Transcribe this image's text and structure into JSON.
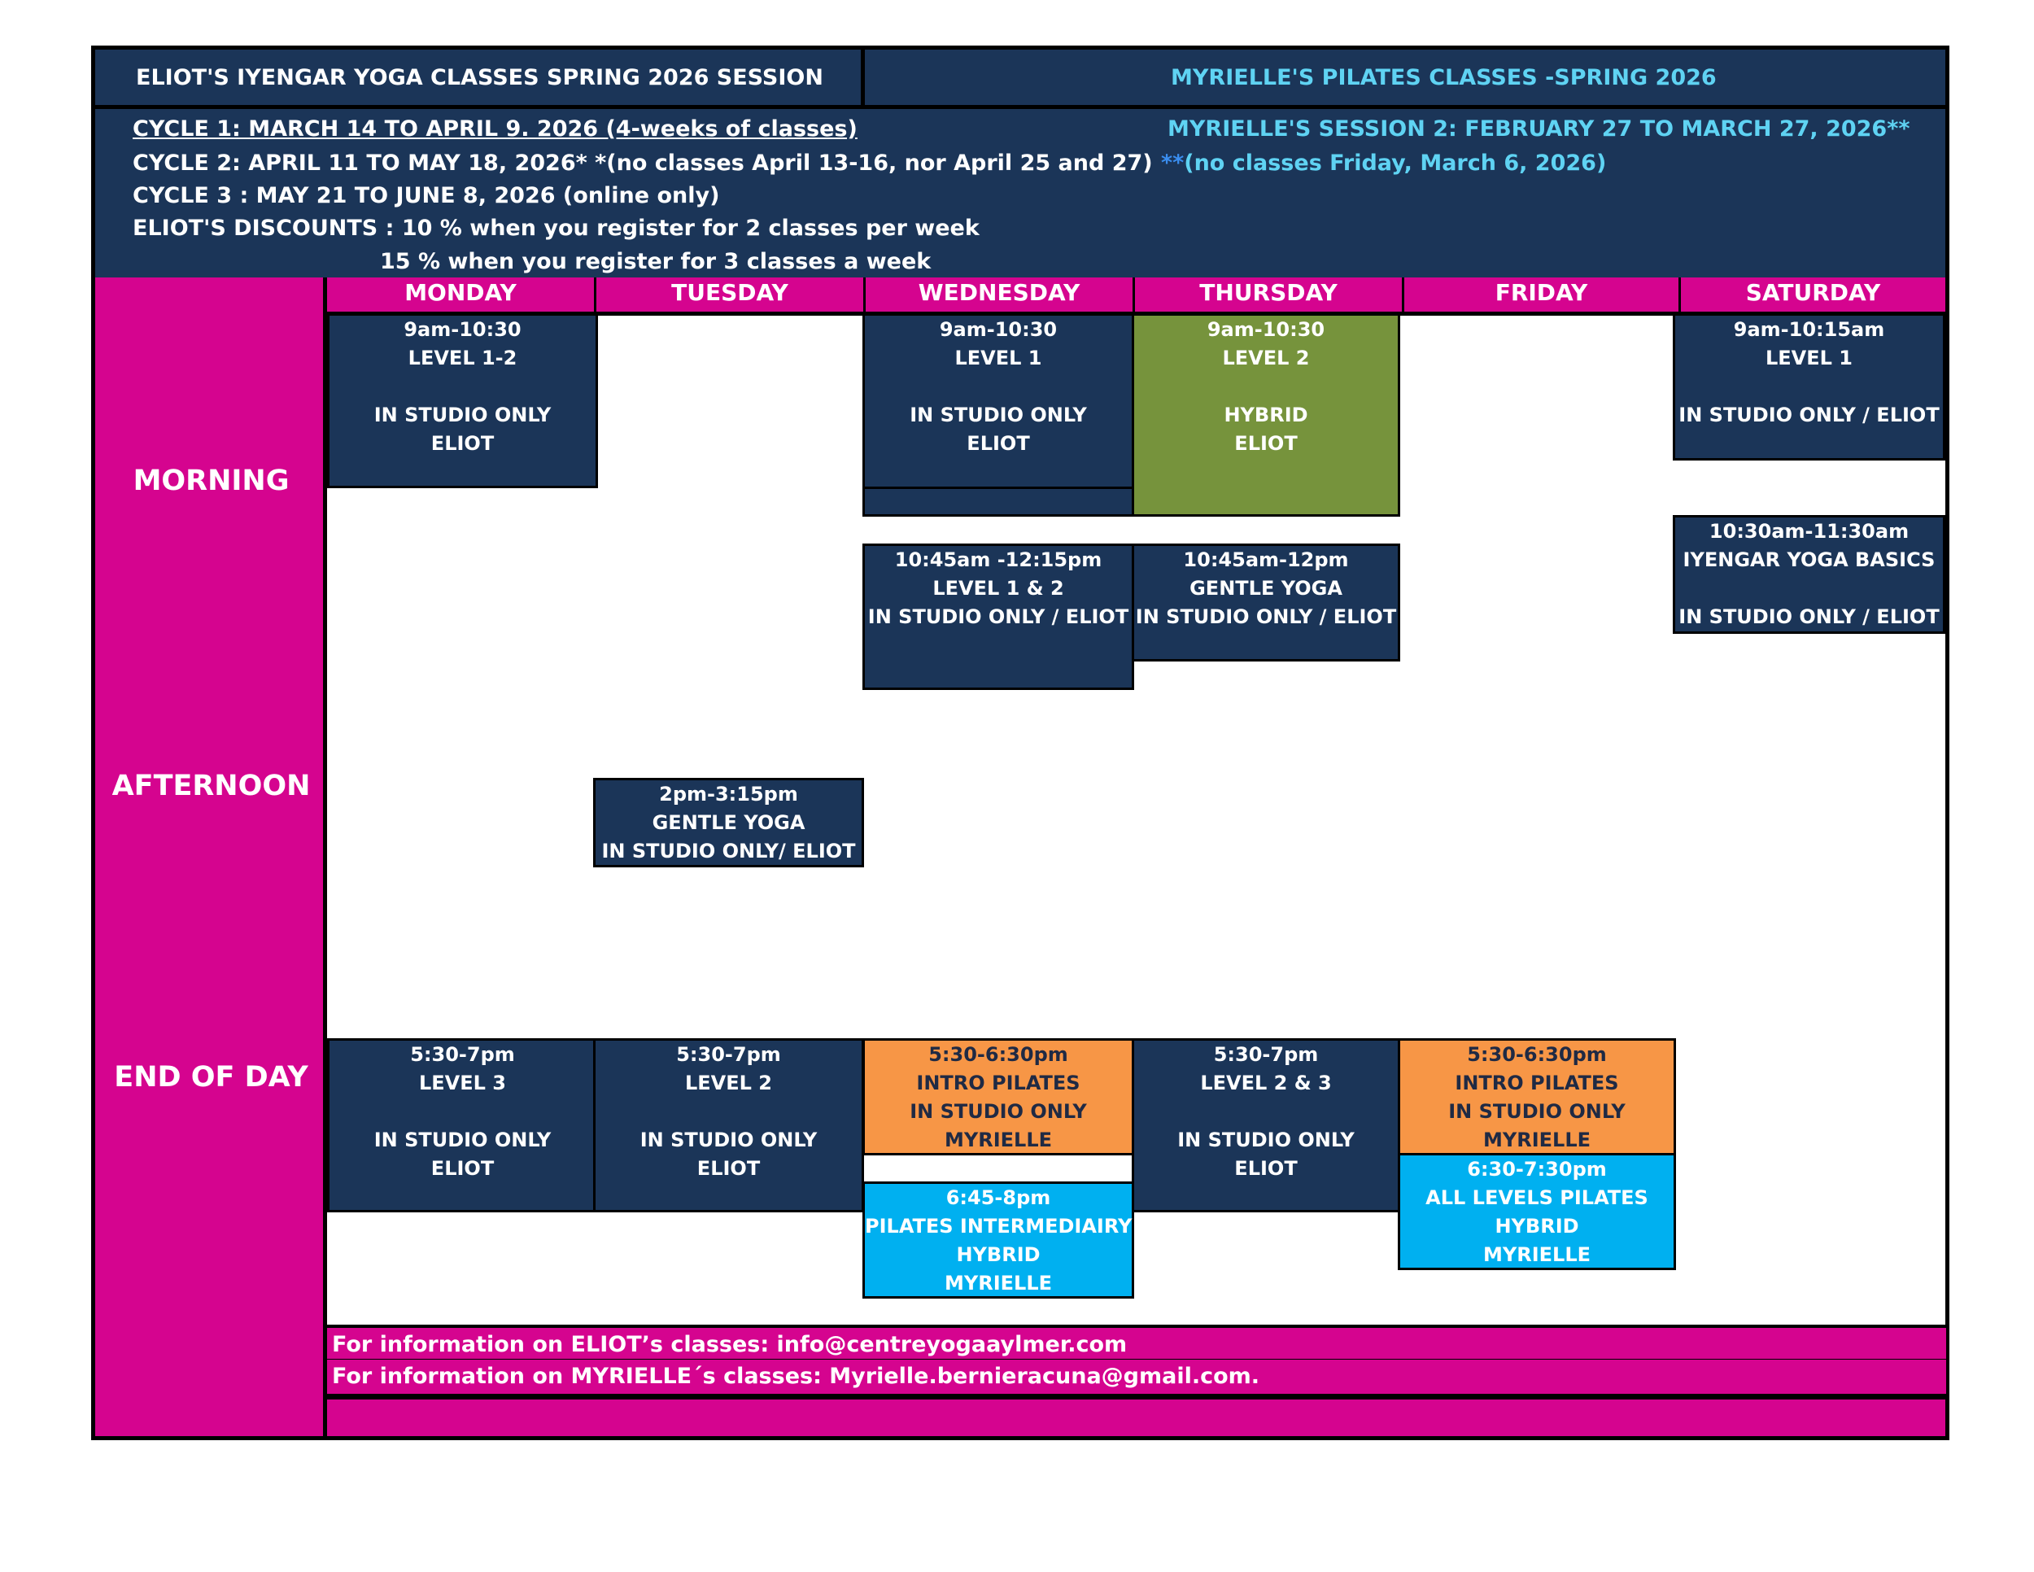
{
  "header": {
    "eliot_title": "ELIOT'S IYENGAR YOGA CLASSES",
    "eliot_session": "SPRING 2026 SESSION",
    "myrielle_title": "MYRIELLE'S PILATES CLASSES -SPRING 2026",
    "cycle1": "CYCLE 1: MARCH 14 TO APRIL 9. 2026 (4-weeks of classes)",
    "cycle2": "CYCLE 2: APRIL 11 TO MAY 18, 2026* *(no classes  April 13-16, nor April 25 and 27)",
    "cycle3": "CYCLE 3 : MAY 21 TO JUNE 8, 2026 (online only)",
    "discount1": "ELIOT'S DISCOUNTS  : 10 % when you register for 2 classes per week",
    "discount2": "15 % when you register for 3 classes a week",
    "myrielle_session": "MYRIELLE'S  SESSION 2: FEBRUARY 27 TO MARCH 27, 2026**",
    "myrielle_note_mark": "**",
    "myrielle_note": "(no classes Friday, March 6, 2026)"
  },
  "days": [
    "MONDAY",
    "TUESDAY",
    "WEDNESDAY",
    "THURSDAY",
    "FRIDAY",
    "SATURDAY"
  ],
  "slots": {
    "morning": "MORNING",
    "afternoon": "AFTERNOON",
    "end_of_day": "END OF DAY"
  },
  "classes": {
    "mon_morning": [
      "9am-10:30",
      "LEVEL 1-2",
      "",
      "IN STUDIO ONLY",
      "ELIOT"
    ],
    "wed_morning": [
      "9am-10:30",
      "LEVEL 1",
      "",
      "IN STUDIO ONLY",
      "ELIOT"
    ],
    "thu_morning": [
      "9am-10:30",
      "LEVEL 2",
      "",
      "HYBRID",
      "ELIOT"
    ],
    "sat_morning1": [
      "9am-10:15am",
      "LEVEL 1",
      "IN STUDIO ONLY / ELIOT"
    ],
    "sat_morning2": [
      "10:30am-11:30am",
      "IYENGAR YOGA BASICS",
      "IN STUDIO ONLY / ELIOT"
    ],
    "wed_late_morning": [
      "10:45am -12:15pm",
      "LEVEL 1 & 2",
      "IN STUDIO ONLY / ELIOT"
    ],
    "thu_late_morning": [
      "10:45am-12pm",
      "GENTLE YOGA",
      "IN STUDIO ONLY / ELIOT"
    ],
    "tue_afternoon": [
      "2pm-3:15pm",
      "GENTLE YOGA",
      "IN STUDIO ONLY/ ELIOT"
    ],
    "mon_evening": [
      "5:30-7pm",
      "LEVEL 3",
      "",
      "IN STUDIO ONLY",
      "ELIOT"
    ],
    "tue_evening": [
      "5:30-7pm",
      "LEVEL 2",
      "",
      "IN STUDIO ONLY",
      "ELIOT"
    ],
    "wed_evening1": [
      "5:30-6:30pm",
      "INTRO PILATES",
      "IN STUDIO ONLY",
      "MYRIELLE"
    ],
    "wed_evening2": [
      "6:45-8pm",
      "PILATES INTERMEDIAIRY",
      "HYBRID",
      "MYRIELLE"
    ],
    "thu_evening": [
      "5:30-7pm",
      "LEVEL 2 & 3",
      "",
      "IN STUDIO ONLY",
      "ELIOT"
    ],
    "fri_evening1": [
      "5:30-6:30pm",
      "INTRO PILATES",
      "IN STUDIO ONLY",
      "MYRIELLE"
    ],
    "fri_evening2": [
      "6:30-7:30pm",
      "ALL LEVELS PILATES",
      "HYBRID",
      "MYRIELLE"
    ]
  },
  "footer": {
    "eliot_info": "For information on ELIOT’s classes: info@centreyogaaylmer.com",
    "myrielle_info": "For information on MYRIELLE´s classes: Myrielle.bernieracuna@gmail.com."
  },
  "colors": {
    "navy": "#1b3558",
    "magenta": "#d5048f",
    "green": "#76933c",
    "orange": "#f79646",
    "light_blue": "#00b0f0",
    "cyan_text": "#5fd3f3"
  }
}
